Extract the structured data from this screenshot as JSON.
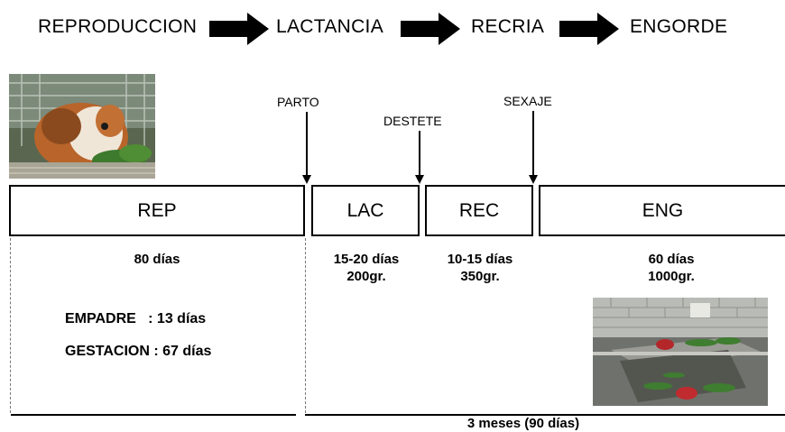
{
  "flow": {
    "stages": [
      "REPRODUCCION",
      "LACTANCIA",
      "RECRIA",
      "ENGORDE"
    ]
  },
  "events": {
    "parto": "PARTO",
    "destete": "DESTETE",
    "sexaje": "SEXAJE"
  },
  "phases": [
    {
      "code": "REP",
      "line1": "80 días",
      "line2": ""
    },
    {
      "code": "LAC",
      "line1": "15-20 días",
      "line2": "200gr."
    },
    {
      "code": "REC",
      "line1": "10-15 días",
      "line2": "350gr."
    },
    {
      "code": "ENG",
      "line1": "60 días",
      "line2": "1000gr."
    }
  ],
  "rep_details": {
    "empadre": "EMPADRE   : 13 días",
    "gestacion": "GESTACION : 67 días"
  },
  "footer": {
    "duration": "3 meses (90 días)"
  },
  "icons": {
    "photo_top": "guinea-pig-photo",
    "photo_bottom": "cage-feeding-photo"
  }
}
